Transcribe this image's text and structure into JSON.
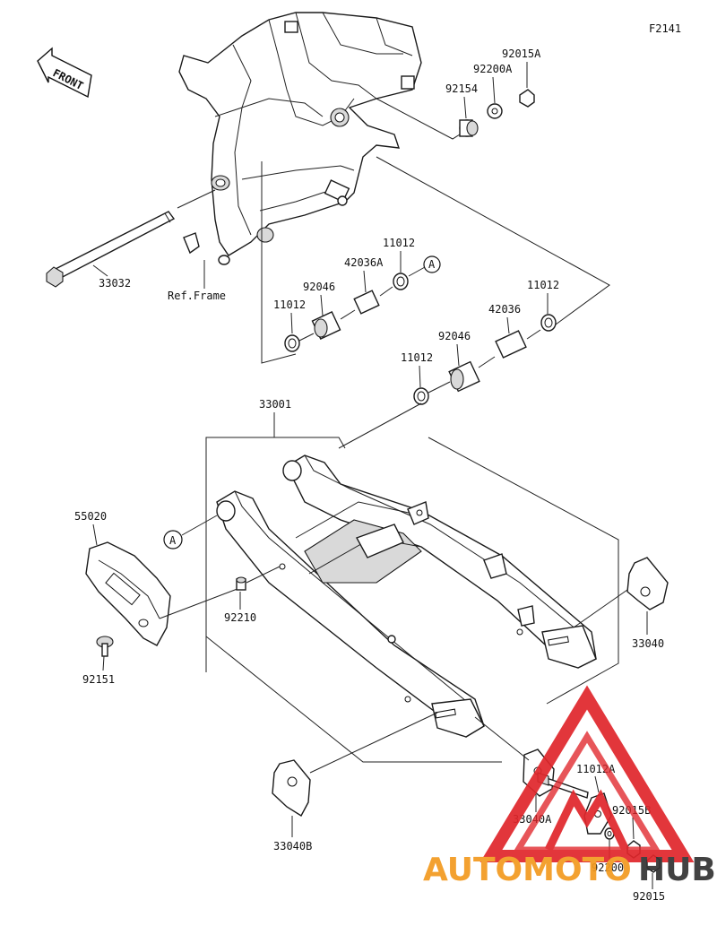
{
  "figure_code": "F2141",
  "front_indicator": "FRONT",
  "ref_frame": "Ref.Frame",
  "callout_A": "A",
  "parts": {
    "p92015A": "92015A",
    "p92200A": "92200A",
    "p92154": "92154",
    "p33032": "33032",
    "p11012_a": "11012",
    "p42036A": "42036A",
    "p92046_a": "92046",
    "p11012_b": "11012",
    "p11012_c": "11012",
    "p42036": "42036",
    "p92046_b": "92046",
    "p11012_d": "11012",
    "p33001": "33001",
    "p55020": "55020",
    "p92210": "92210",
    "p92151": "92151",
    "p33040": "33040",
    "p11012A": "11012A",
    "p92015B": "92015B",
    "p33040A": "33040A",
    "p92200": "92200",
    "p33040B": "33040B",
    "p92015": "92015"
  },
  "watermark": {
    "text_orange": "AUTOMOTO",
    "text_dark": "HUB",
    "color_red": "#e0262b",
    "color_orange": "#f39a1f",
    "color_dark": "#333333"
  }
}
